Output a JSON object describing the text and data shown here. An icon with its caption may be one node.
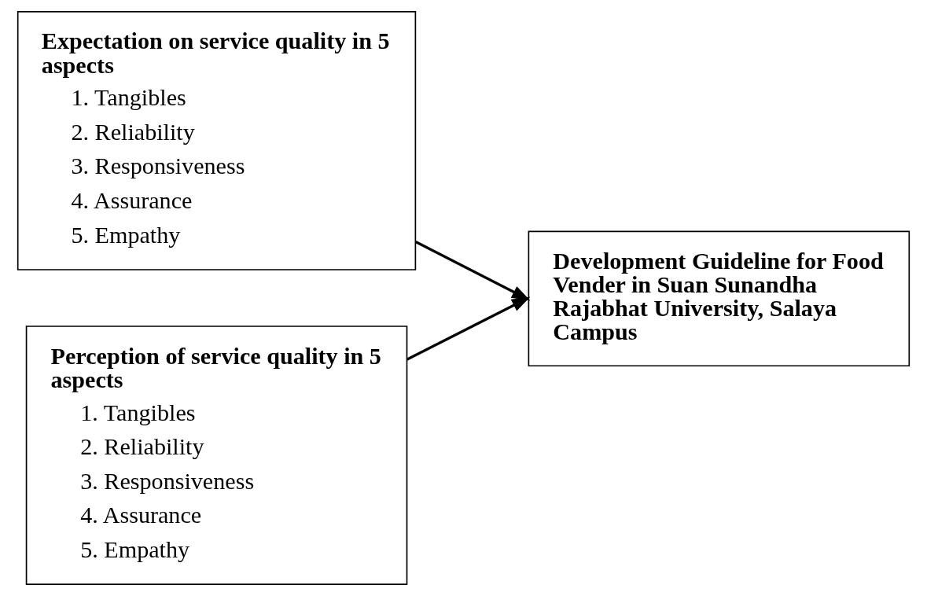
{
  "diagram": {
    "nodes": [
      {
        "text": [
          "Expectation on service quality in 5 aspects",
          "1. Tangibles",
          "2. Reliability",
          "3. Responsiveness",
          "4. Assurance",
          "5. Empathy"
        ]
      },
      {
        "text": [
          "Perception of service quality in 5 aspects",
          "1. Tangibles",
          "2. Reliability",
          "3. Responsiveness",
          "4. Assurance",
          "5. Empathy"
        ]
      },
      {
        "text": [
          "Development Guideline for Food Vender in Suan Sunandha Rajabhat University, Salaya Campus"
        ]
      }
    ],
    "edges": [
      {
        "from": 0,
        "to": 2,
        "arrow": "to"
      },
      {
        "from": 1,
        "to": 2,
        "arrow": "to"
      }
    ]
  }
}
